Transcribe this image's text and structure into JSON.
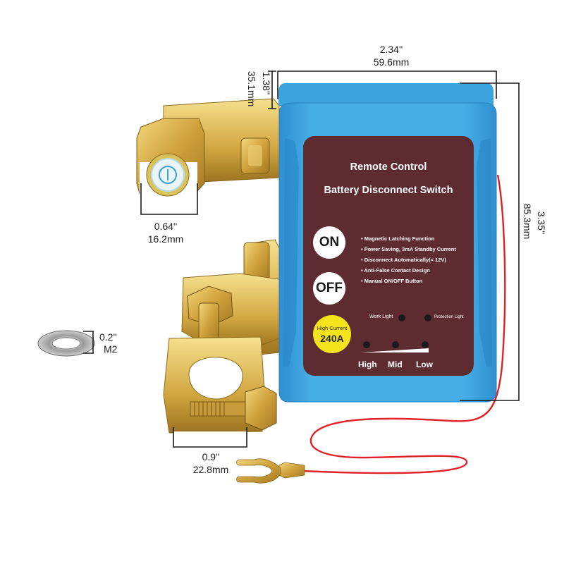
{
  "product": {
    "panel_title_1": "Remote Control",
    "panel_title_2": "Battery Disconnect Switch",
    "on_label": "ON",
    "off_label": "OFF",
    "features": [
      "• Magnetic Latching Function",
      "• Power Saving, 3mA Standby Current",
      "• Disconnect Automatically(< 12V)",
      "• Anti-False Contact Design",
      "• Manual ON/OFF Button"
    ],
    "work_light_label": "Work Light",
    "protection_light_label": "Protection Light",
    "badge_line_1": "High Current",
    "badge_line_2": "240A",
    "levels": [
      "High",
      "Mid",
      "Low"
    ]
  },
  "dimensions": {
    "width_in": "2.34''",
    "width_mm": "59.6mm",
    "depth_in": "1.38''",
    "depth_mm": "35.1mm",
    "height_in": "3.35''",
    "height_mm": "85.3mm",
    "stud_in": "0.64''",
    "stud_mm": "16.2mm",
    "clamp_in": "0.9''",
    "clamp_mm": "22.8mm",
    "washer_in": "0.2''",
    "washer_size": "M2"
  },
  "colors": {
    "housing": "#3ba3de",
    "panel": "#5e2c30",
    "brass": "#d4ae48",
    "wire": "#e8262a",
    "badge": "#f5e31b"
  }
}
